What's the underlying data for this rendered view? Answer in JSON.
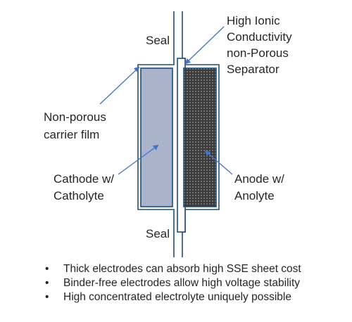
{
  "labels": {
    "seal_top": "Seal",
    "seal_bottom": "Seal",
    "separator": [
      "High Ionic",
      "Conductivity",
      "non-Porous",
      "Separator"
    ],
    "carrier_film": [
      "Non-porous",
      "carrier film"
    ],
    "cathode": [
      "Cathode w/",
      "Catholyte"
    ],
    "anode": [
      "Anode w/",
      "Anolyte"
    ]
  },
  "bullet_glyph": "•",
  "bullets": [
    "Thick electrodes can absorb high SSE sheet cost",
    "Binder-free electrodes allow high voltage stability",
    "High concentrated electrolyte uniquely possible"
  ],
  "colors": {
    "outline": "#1f4e79",
    "cathode_fill": "#a9b4cb",
    "anode_fill": "#3a3a3a",
    "arrow": "#4472c4",
    "text": "#262626"
  }
}
